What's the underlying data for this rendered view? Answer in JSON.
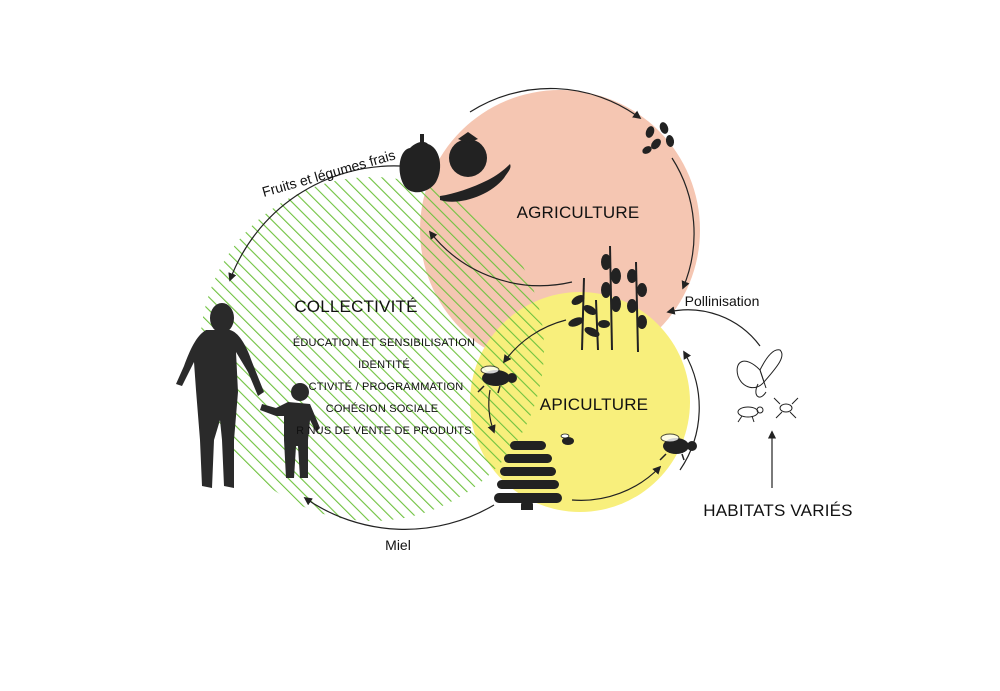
{
  "nodes": {
    "collectivite": {
      "title": "COLLECTIVITÉ",
      "items": [
        "ÉDUCATION ET SENSIBILISATION",
        "IDENTITÉ",
        "CTIVITÉ / PROGRAMMATION",
        "COHÉSION SOCIALE",
        "R NUS DE VENTE DE PRODUITS"
      ]
    },
    "agriculture": {
      "title": "AGRICULTURE"
    },
    "apiculture": {
      "title": "APICULTURE"
    },
    "habitats": {
      "title": "HABITATS VARIÉS"
    }
  },
  "flows": {
    "fruits": "Fruits et légumes frais",
    "miel": "Miel",
    "pollinisation": "Pollinisation"
  },
  "colors": {
    "agriculture_fill": "#f5c6b2",
    "apiculture_fill": "#f8ef7c",
    "collectivite_hatch": "#6fc23f",
    "silhouette": "#2a2a2a",
    "arrow": "#222222"
  },
  "icons": [
    "pepper-icon",
    "tomato-icon",
    "chili-icon",
    "seeds-icon",
    "plants-icon",
    "bee-icon",
    "beehive-icon",
    "small-bee-icon",
    "butterfly-icon",
    "insects-icon",
    "adult-silhouette-icon",
    "child-silhouette-icon"
  ]
}
